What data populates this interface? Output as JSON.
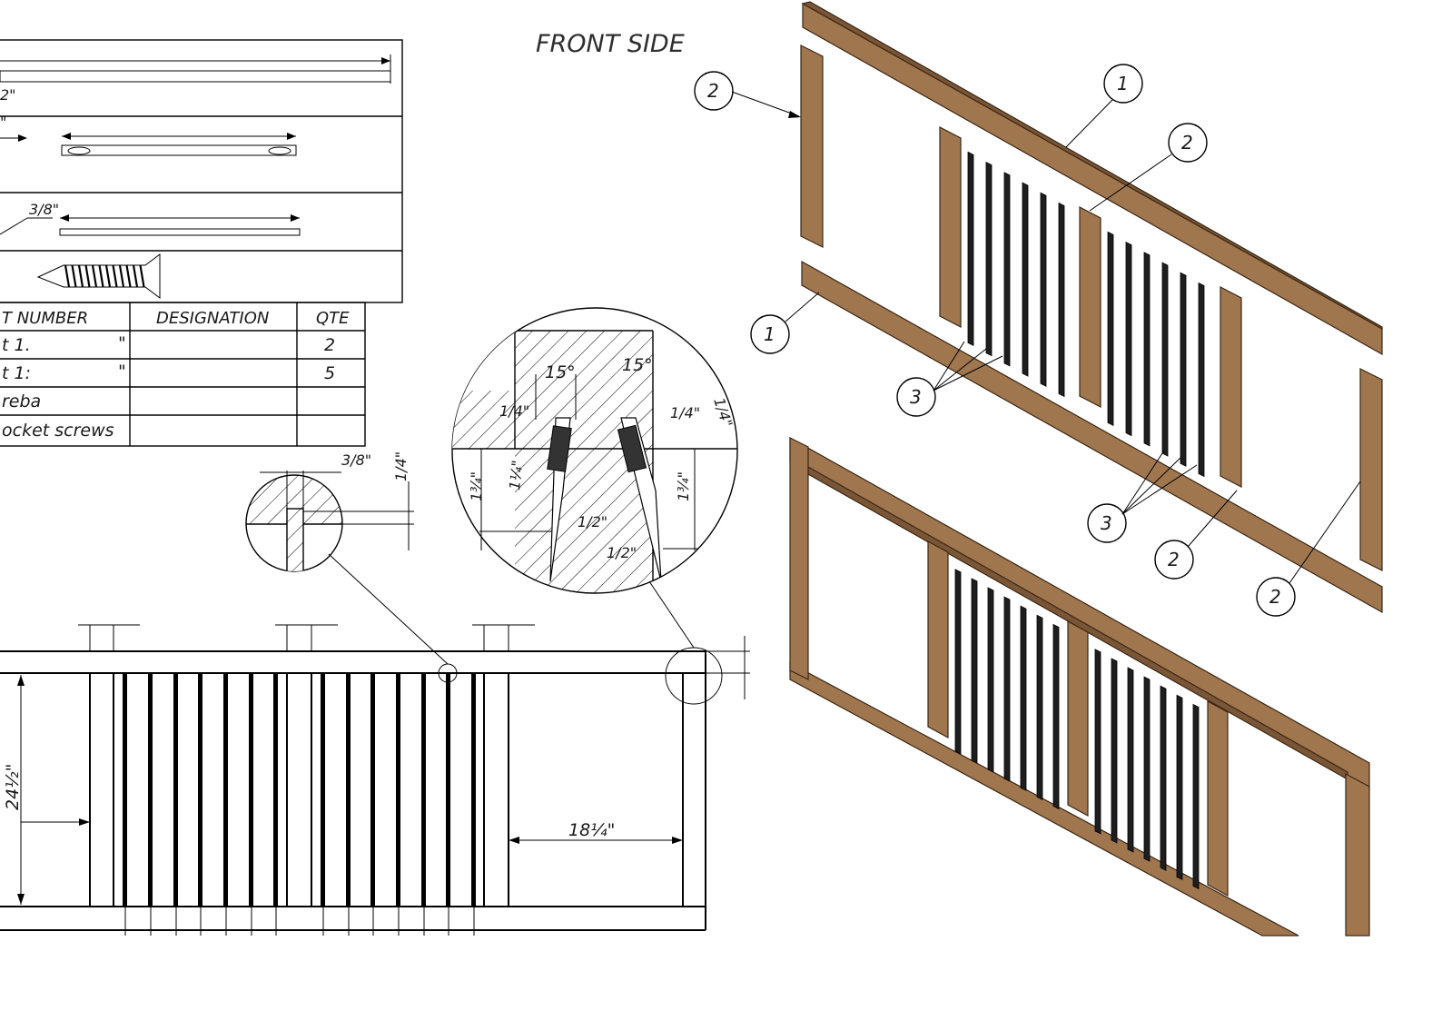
{
  "title": "FRONT SIDE",
  "parts_table": {
    "headers": [
      "T NUMBER",
      "DESIGNATION",
      "QTE"
    ],
    "rows": [
      {
        "part": "t 1.",
        "mark": "\"",
        "designation": "",
        "qty": "2"
      },
      {
        "part": "t 1:",
        "mark": "\"",
        "designation": "",
        "qty": "5"
      },
      {
        "part": "reba",
        "mark": "",
        "designation": "",
        "qty": ""
      },
      {
        "part": "ocket screws",
        "mark": "",
        "designation": "",
        "qty": ""
      }
    ]
  },
  "sketch_labels": {
    "row1": "2\"",
    "row2": "\"",
    "row3": "3/8\""
  },
  "dimensions": {
    "height": "24½\"",
    "gap": "18¼\"",
    "detail_a_3_8": "3/8\"",
    "detail_a_1_4": "1/4\"",
    "angle_left": "15°",
    "angle_right": "15°",
    "d_1_4_a": "1/4\"",
    "d_1_4_b": "1/4\"",
    "d_1_4_c": "1/4\"",
    "d_1_3_4_a": "1¾\"",
    "d_1_1_4": "1¼\"",
    "d_1_2_a": "1/2\"",
    "d_1_2_b": "1/2\"",
    "d_1_3_4_b": "1¾\""
  },
  "balloons": [
    "2",
    "1",
    "2",
    "1",
    "3",
    "3",
    "2",
    "2"
  ],
  "colors": {
    "wood": "#a0764e",
    "wood_edge": "#3a2714",
    "line": "#000000"
  }
}
